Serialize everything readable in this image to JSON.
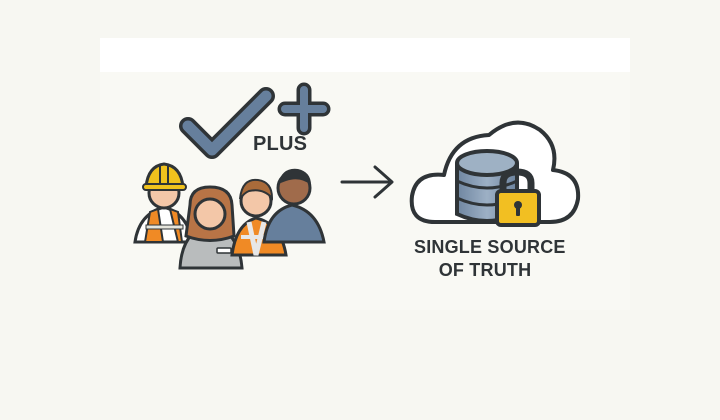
{
  "labels": {
    "plus": "PLUS",
    "source_line_1": "SINGLE SOURCE",
    "source_line_2": "OF TRUTH"
  },
  "icons": {
    "checkmark": "checkmark-icon",
    "plus": "plus-icon",
    "team": "workers-team-icon",
    "arrow": "right-arrow-icon",
    "cloud": "cloud-icon",
    "database": "database-icon",
    "lock": "padlock-icon"
  },
  "colors": {
    "background": "#f7f7f2",
    "slate_blue": "#667f9c",
    "outline": "#2f3437",
    "hard_hat": "#f0c21d",
    "safety_orange": "#f08a25",
    "lock_gold": "#f2bf22",
    "database_blue": "#8aa0b8"
  }
}
